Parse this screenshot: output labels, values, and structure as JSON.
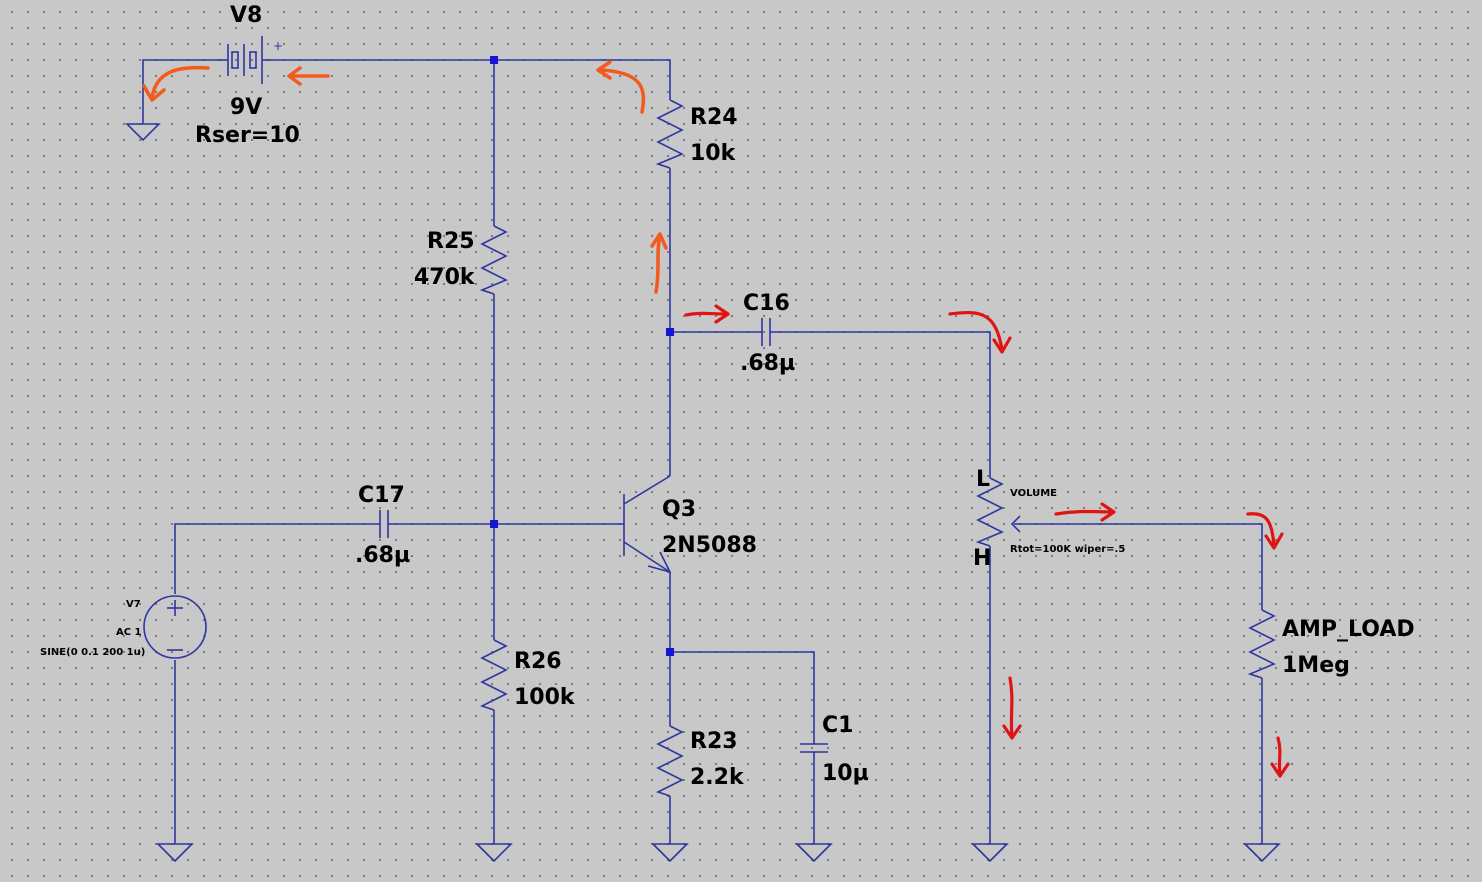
{
  "components": {
    "v8": {
      "name": "V8",
      "value": "9V",
      "param": "Rser=10"
    },
    "r24": {
      "name": "R24",
      "value": "10k"
    },
    "r25": {
      "name": "R25",
      "value": "470k"
    },
    "r26": {
      "name": "R26",
      "value": "100k"
    },
    "r23": {
      "name": "R23",
      "value": "2.2k"
    },
    "c16": {
      "name": "C16",
      "value": ".68µ"
    },
    "c17": {
      "name": "C17",
      "value": ".68µ"
    },
    "c1": {
      "name": "C1",
      "value": "10µ"
    },
    "q3": {
      "name": "Q3",
      "value": "2N5088"
    },
    "v7": {
      "name": "V7",
      "ac": "AC 1",
      "value": "SINE(0 0.1 200 1u)"
    },
    "volume": {
      "name": "VOLUME",
      "param": "Rtot=100K wiper=.5",
      "pin_l": "L",
      "pin_h": "H"
    },
    "amp_load": {
      "name": "AMP_LOAD",
      "value": "1Meg"
    }
  },
  "colors": {
    "wire": "#2e36a0",
    "node": "#1414d2",
    "arrow_orange": "#f25a1e",
    "arrow_red": "#e01414",
    "background": "#c8c8c8"
  }
}
